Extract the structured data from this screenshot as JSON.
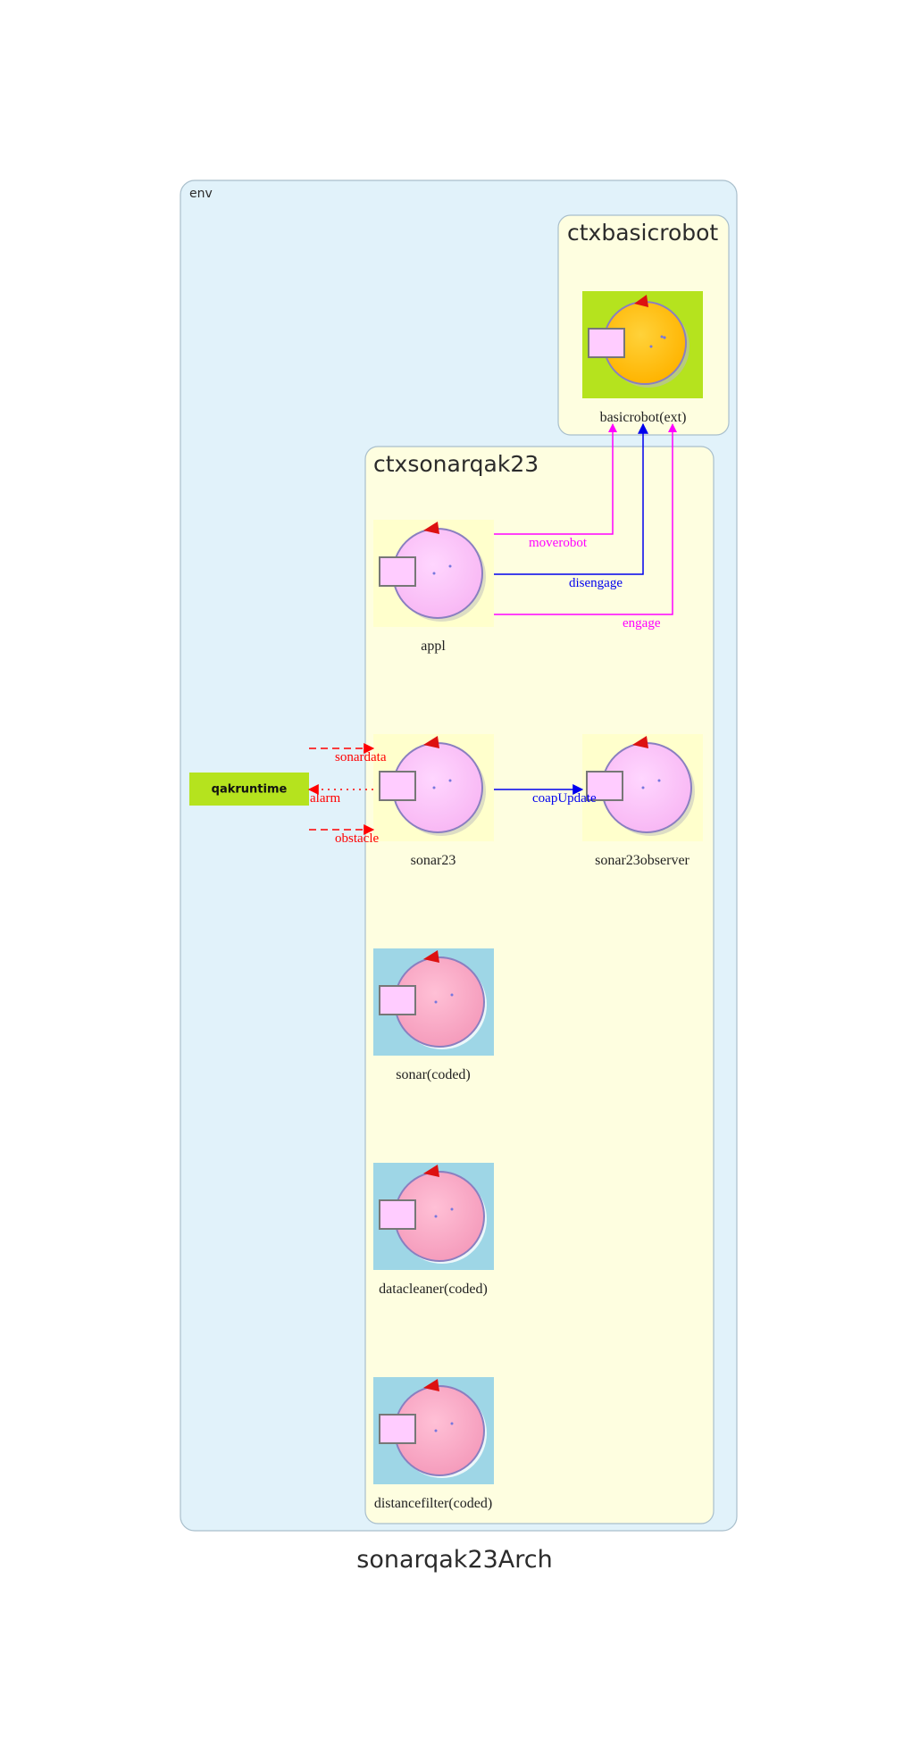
{
  "title": "sonarqak23Arch",
  "clusters": {
    "env": {
      "label": "env"
    },
    "ctxbasicrobot": {
      "label": "ctxbasicrobot"
    },
    "ctxsonarqak23": {
      "label": "ctxsonarqak23"
    }
  },
  "nodes": {
    "basicrobot": {
      "label": "basicrobot(ext)"
    },
    "appl": {
      "label": "appl"
    },
    "sonar23": {
      "label": "sonar23"
    },
    "sonar23observer": {
      "label": "sonar23observer"
    },
    "sonar": {
      "label": "sonar(coded)"
    },
    "datacleaner": {
      "label": "datacleaner(coded)"
    },
    "distancefilter": {
      "label": "distancefilter(coded)"
    },
    "qakruntime": {
      "label": "qakruntime"
    }
  },
  "edges": {
    "moverobot": {
      "label": "moverobot",
      "color": "#ff00ff"
    },
    "disengage": {
      "label": "disengage",
      "color": "#0000ee"
    },
    "engage": {
      "label": "engage",
      "color": "#ff00ff"
    },
    "sonardata": {
      "label": "sonardata",
      "color": "#ff0000"
    },
    "alarm": {
      "label": "alarm",
      "color": "#ff0000"
    },
    "obstacle": {
      "label": "obstacle",
      "color": "#ff0000"
    },
    "coapUpdate": {
      "label": "coapUpdate",
      "color": "#0000ee"
    }
  },
  "colors": {
    "env_fill": "#e1f2fa",
    "context_fill": "#fefee0",
    "actor_bg": "#ffffcc",
    "coded_bg": "#9ed6e6",
    "external_bg": "#b5e31e",
    "runtime_fill": "#b5e31e"
  },
  "icons": {
    "actor": "actor-circle-icon",
    "coded": "coded-actor-icon",
    "external": "external-actor-icon"
  }
}
